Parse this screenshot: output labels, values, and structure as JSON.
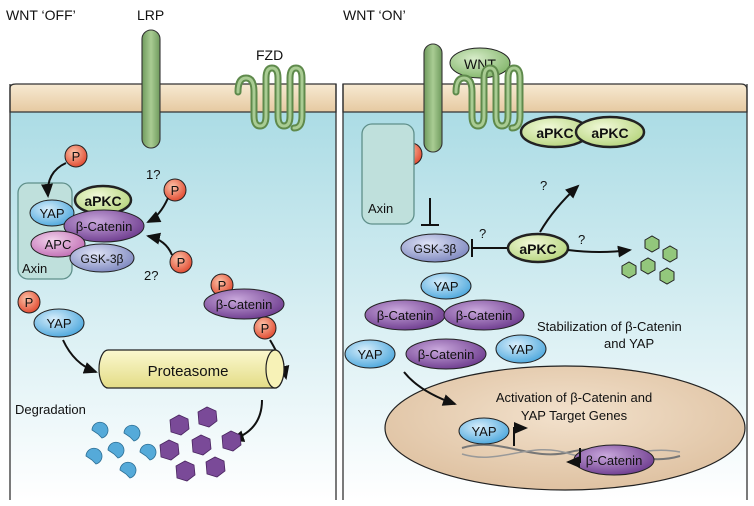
{
  "panels": {
    "left": {
      "title": "WNT ‘OFF’",
      "lrp": "LRP",
      "fzd": "FZD",
      "phospho": "P",
      "q1": "1?",
      "q2": "2?",
      "yap": "YAP",
      "apkc": "aPKC",
      "bcat": "β-Catenin",
      "apc": "APC",
      "gsk": "GSK-3β",
      "axin": "Axin",
      "proteasome": "Proteasome",
      "degradation": "Degradation"
    },
    "right": {
      "title": "WNT ‘ON’",
      "wnt": "WNT",
      "apkc": "aPKC",
      "phospho": "P",
      "axin": "Axin",
      "gsk": "GSK-3β",
      "q": "?",
      "yap": "YAP",
      "bcat": "β-Catenin",
      "stabilization_line1": "Stabilization of β-Catenin",
      "stabilization_line2": "and YAP",
      "activation_line1": "Activation of β-Catenin and",
      "activation_line2": "YAP Target Genes"
    }
  },
  "colors": {
    "cytoplasm_top": "#a9dbe4",
    "cytoplasm_bottom": "#ffffff",
    "membrane": "#f0d9b5",
    "receptor": "#8fb47d",
    "apkc": "#cfe5a2",
    "yap": "#4aa6dc",
    "bcat": "#7e4a9b",
    "apc": "#c97fbd",
    "gsk": "#8b94c8",
    "phospho": "#e4573c",
    "proteasome": "#f1edaa",
    "nucleus": "#e7cfb4",
    "fragment_yap": "#55aad9",
    "fragment_bcat": "#7a4a98",
    "fragment_green": "#93c77c"
  }
}
